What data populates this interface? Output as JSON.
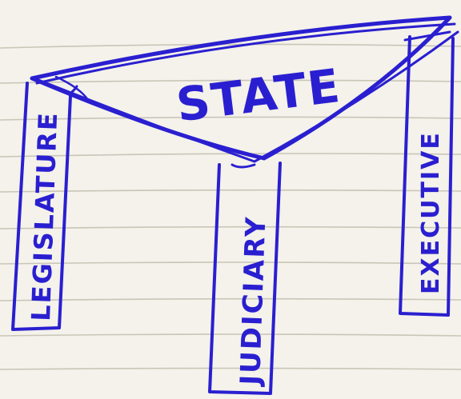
{
  "diagram": {
    "top_label": "STATE",
    "pillars": [
      {
        "label": "LEGISLATURE"
      },
      {
        "label": "JUDICIARY"
      },
      {
        "label": "EXECUTIVE"
      }
    ]
  },
  "colors": {
    "paper": "#f4f2ea",
    "rule_line": "#c9c5b8",
    "ink": "#2a1fd0"
  }
}
